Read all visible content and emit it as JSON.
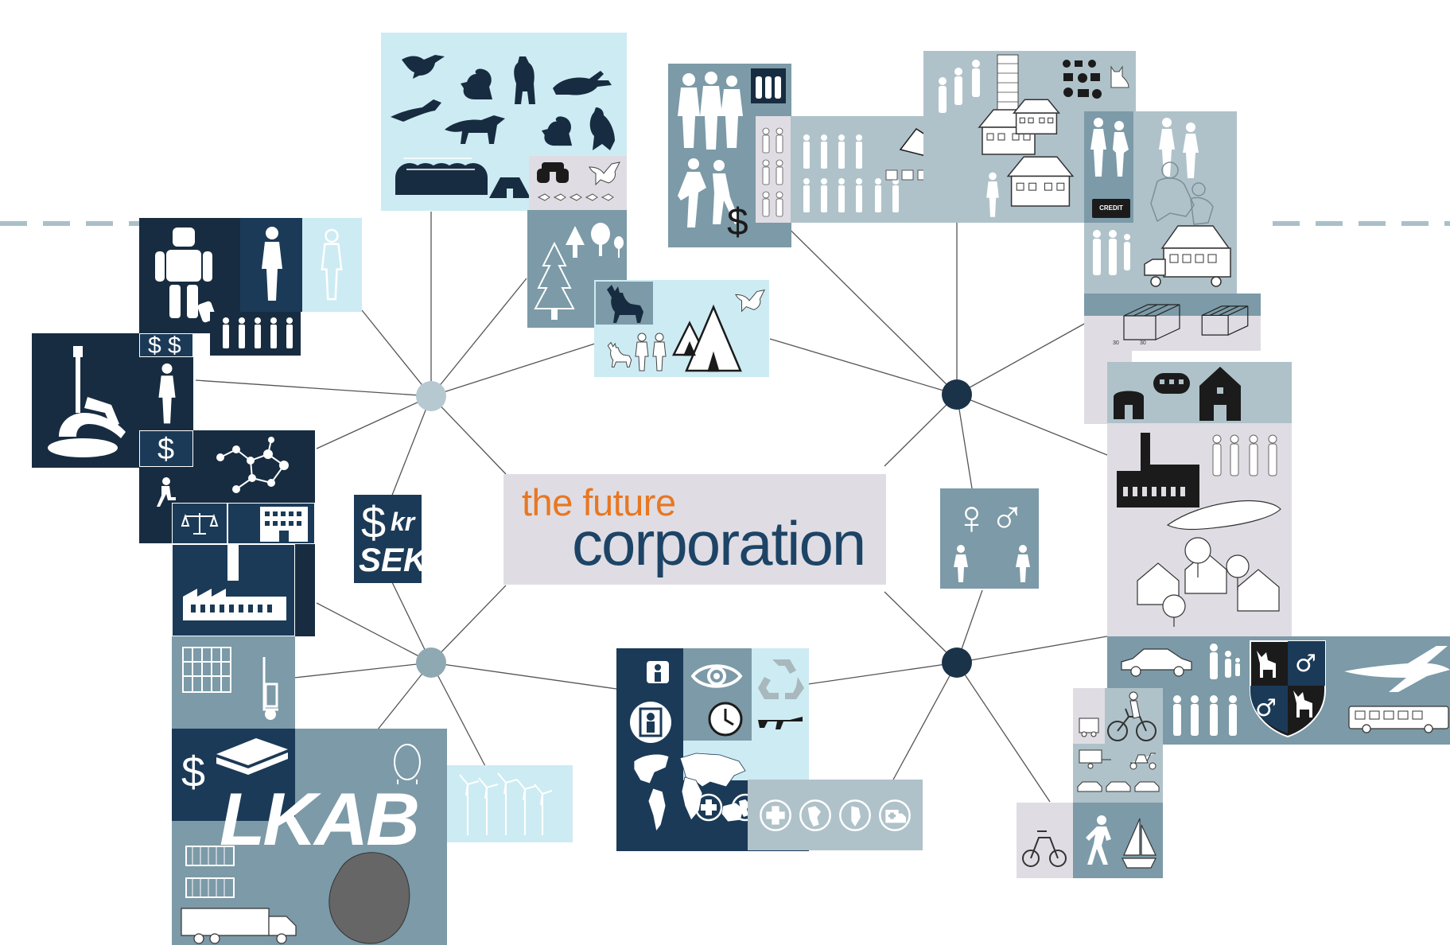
{
  "title": {
    "line1": "the future",
    "line2": "corporation"
  },
  "labels": {
    "currency_sign": "$",
    "currency_kr": "kr",
    "currency_sek": "SEK",
    "gender_symbols": "♀♂",
    "lkab": "LKAB",
    "dollar": "$",
    "dollar_pair": "$ $",
    "credit": "CREDIT",
    "dimension_a": "30",
    "dimension_b": "30"
  },
  "colors": {
    "navy": "#1b3a57",
    "dark_navy": "#172c40",
    "steel_blue": "#7c9aa7",
    "light_blue": "#cdebf3",
    "light_gray": "#dfdde3",
    "gray_blue": "#afc2c9",
    "hub_light": "#b6c9d1",
    "hub_mid": "#8fa9b3",
    "hub_dark": "#1b3349",
    "title_orange": "#e87722",
    "title_navy": "#1d4466"
  },
  "hubs": [
    {
      "name": "upper-left",
      "color": "#b6c9d1"
    },
    {
      "name": "lower-left",
      "color": "#8fa9b3"
    },
    {
      "name": "upper-right",
      "color": "#1b3349"
    },
    {
      "name": "lower-right",
      "color": "#1b3349"
    }
  ],
  "icons": [
    "robot-icon",
    "person-icon",
    "people-icon",
    "industrial-robot-icon",
    "molecule-icon",
    "scales-icon",
    "office-building-icon",
    "factory-icon",
    "cage-icon",
    "hand-truck-icon",
    "pallet-icon",
    "tanker-icon",
    "batteries-icon",
    "truck-icon",
    "mine-map-icon",
    "wind-turbine-icon",
    "bird-icon",
    "squirrel-icon",
    "bear-icon",
    "hare-icon",
    "otter-icon",
    "fox-icon",
    "eagle-icon",
    "greenhouse-icon",
    "binoculars-icon",
    "spruce-tree-icon",
    "reindeer-icon",
    "tipi-icon",
    "group-icon",
    "money-bag-icon",
    "dancer-icon",
    "skyscraper-icon",
    "house-icon",
    "cats-icon",
    "couple-icon",
    "motorhome-icon",
    "box-frame-icon",
    "barn-icon",
    "pill-icon",
    "church-icon",
    "island-icon",
    "villas-icon",
    "tree-icon",
    "eye-icon",
    "recycle-icon",
    "clock-icon",
    "rifle-icon",
    "world-map-icon",
    "medical-cross-icon",
    "globe-icon",
    "ambulance-icon",
    "car-icon",
    "family-icon",
    "coat-of-arms-icon",
    "airplane-icon",
    "bus-icon",
    "cyclist-icon",
    "scooter-icon",
    "tricycle-icon",
    "sailboat-icon",
    "runner-icon",
    "elevator-icon",
    "food-icon"
  ]
}
